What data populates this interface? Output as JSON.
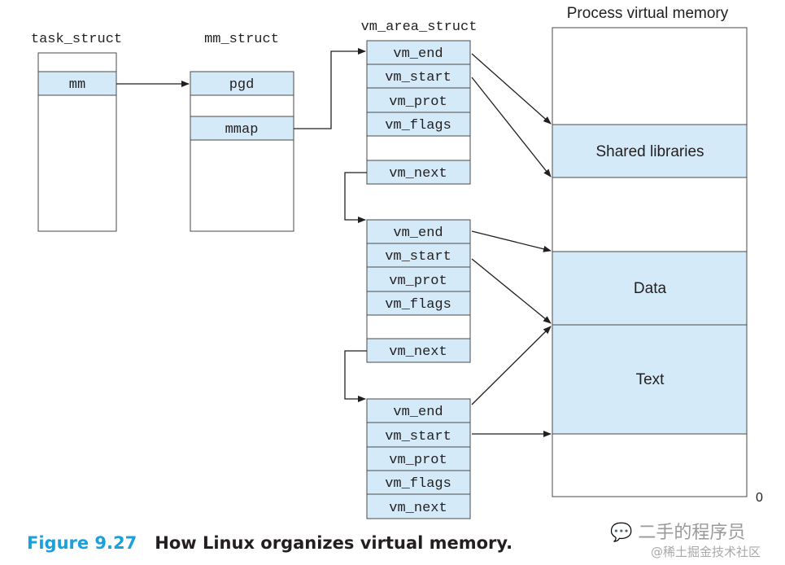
{
  "colors": {
    "field_fill": "#d4eaf8",
    "box_stroke": "#4a4a4a",
    "caption_accent": "#1aa0dc",
    "text": "#231f20"
  },
  "task_struct": {
    "title": "task_struct",
    "field": "mm"
  },
  "mm_struct": {
    "title": "mm_struct",
    "fields": [
      "pgd",
      "mmap"
    ]
  },
  "vm_area_struct": {
    "title": "vm_area_struct",
    "nodes": [
      {
        "fields": [
          "vm_end",
          "vm_start",
          "vm_prot",
          "vm_flags",
          "",
          "vm_next"
        ]
      },
      {
        "fields": [
          "vm_end",
          "vm_start",
          "vm_prot",
          "vm_flags",
          "",
          "vm_next"
        ]
      },
      {
        "fields": [
          "vm_end",
          "vm_start",
          "vm_prot",
          "vm_flags",
          "vm_next"
        ]
      }
    ]
  },
  "process_memory": {
    "title": "Process virtual memory",
    "regions": [
      "Shared libraries",
      "Data",
      "Text"
    ],
    "bottom_address": "0"
  },
  "caption": {
    "figure": "Figure 9.27",
    "text": "How Linux organizes virtual memory."
  },
  "watermark": {
    "line1": "二手的程序员",
    "line2": "@稀土掘金技术社区"
  }
}
